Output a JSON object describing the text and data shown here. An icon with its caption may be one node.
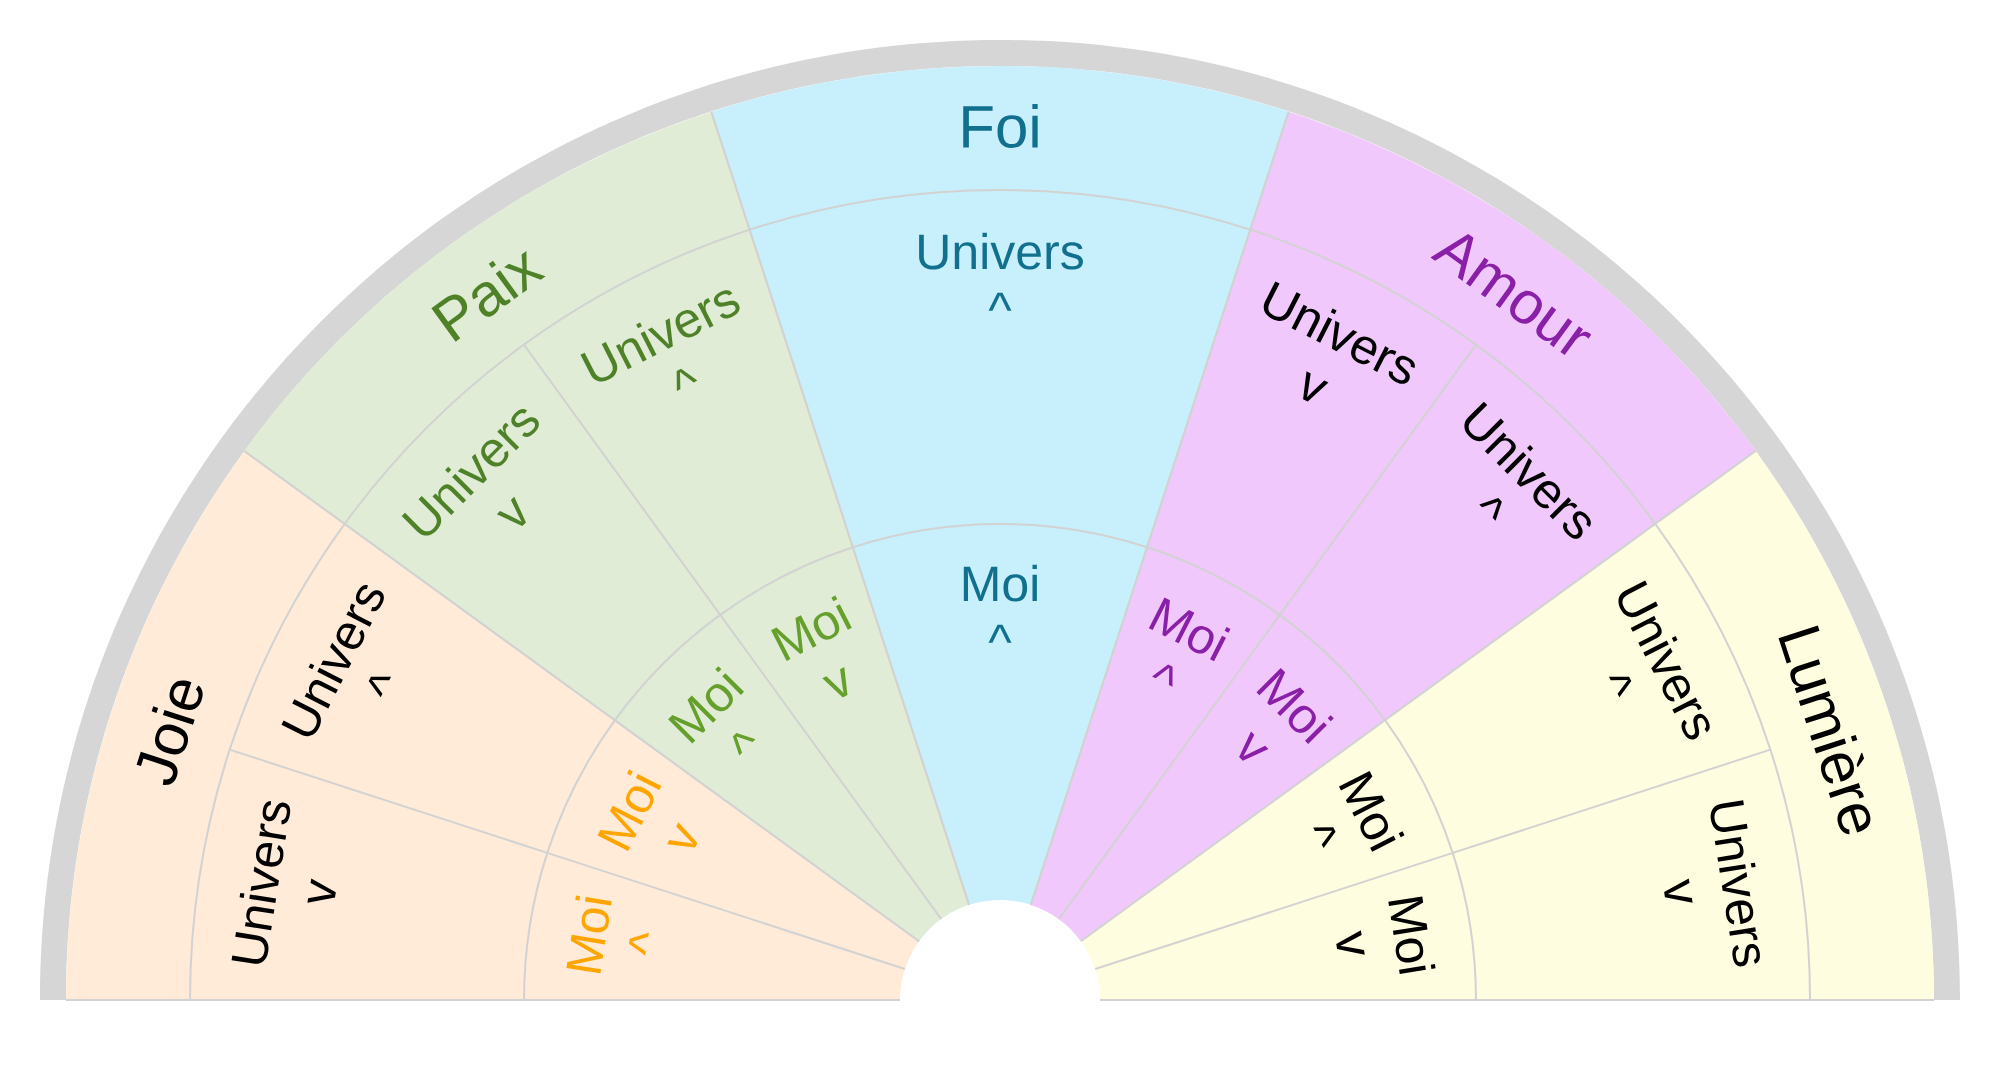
{
  "diagram": {
    "nodes": [
      {
        "text": [
          "Joie"
        ]
      },
      {
        "text": [
          "Univers",
          "v"
        ],
        "in": 0
      },
      {
        "text": [
          "Univers",
          "^"
        ],
        "in": 0
      },
      {
        "text": [
          "Moi",
          "^"
        ],
        "in": 0
      },
      {
        "text": [
          "Moi",
          "v"
        ],
        "in": 0
      },
      {
        "text": [
          "Paix"
        ]
      },
      {
        "text": [
          "Univers",
          "v"
        ],
        "in": 5
      },
      {
        "text": [
          "Univers",
          "^"
        ],
        "in": 5
      },
      {
        "text": [
          "Moi",
          "^"
        ],
        "in": 5
      },
      {
        "text": [
          "Moi",
          "v"
        ],
        "in": 5
      },
      {
        "text": [
          "Foi"
        ]
      },
      {
        "text": [
          "Univers",
          "^"
        ],
        "in": 10
      },
      {
        "text": [
          "Moi",
          "^"
        ],
        "in": 10
      },
      {
        "text": [
          "Amour"
        ]
      },
      {
        "text": [
          "Univers",
          "v"
        ],
        "in": 13
      },
      {
        "text": [
          "Univers",
          "^"
        ],
        "in": 13
      },
      {
        "text": [
          "Moi",
          "^"
        ],
        "in": 13
      },
      {
        "text": [
          "Moi",
          "v"
        ],
        "in": 13
      },
      {
        "text": [
          "Lumière"
        ]
      },
      {
        "text": [
          "Univers",
          "^"
        ],
        "in": 18
      },
      {
        "text": [
          "Univers",
          "v"
        ],
        "in": 18
      },
      {
        "text": [
          "Moi",
          "^"
        ],
        "in": 18
      },
      {
        "text": [
          "Moi",
          "v"
        ],
        "in": 18
      }
    ]
  }
}
